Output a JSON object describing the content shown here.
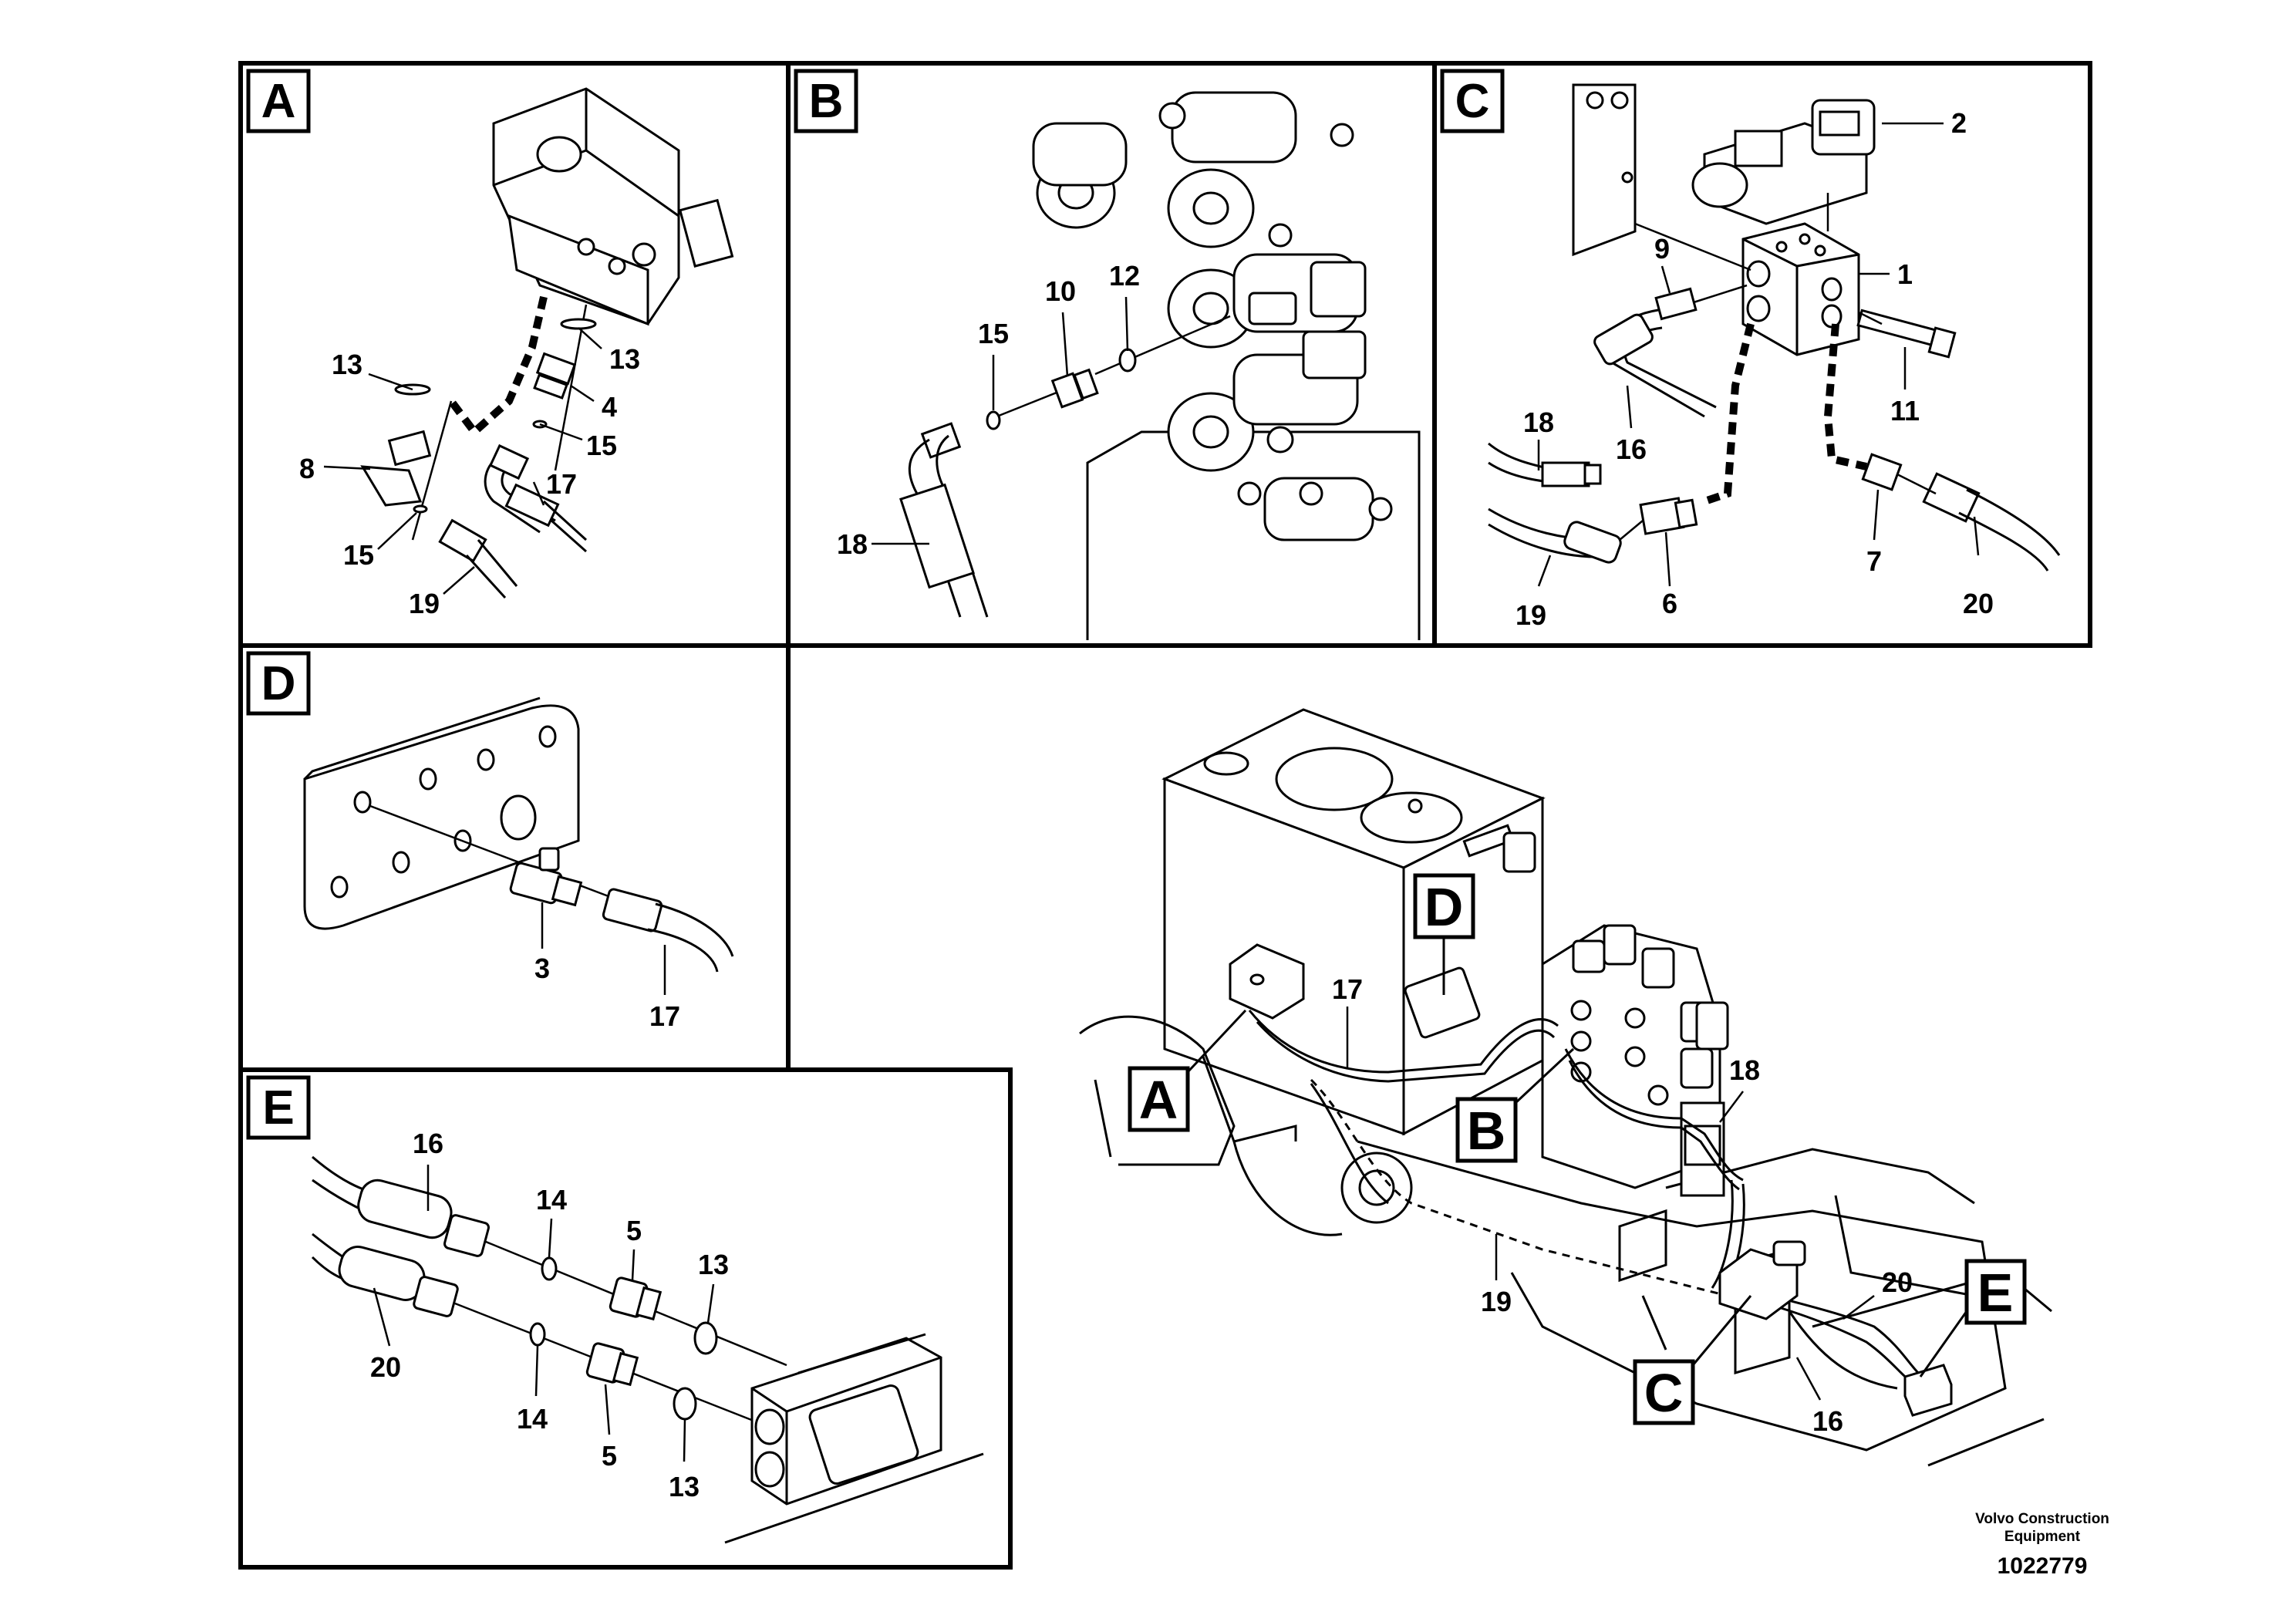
{
  "panels": {
    "A": {
      "letter": "A",
      "labels": [
        "13",
        "13",
        "4",
        "15",
        "8",
        "17",
        "15",
        "19"
      ]
    },
    "B": {
      "letter": "B",
      "labels": [
        "12",
        "10",
        "15",
        "18"
      ]
    },
    "C": {
      "letter": "C",
      "labels": [
        "2",
        "1",
        "9",
        "11",
        "18",
        "16",
        "7",
        "20",
        "19",
        "6"
      ]
    },
    "D": {
      "letter": "D",
      "labels": [
        "3",
        "17"
      ]
    },
    "E": {
      "letter": "E",
      "labels": [
        "16",
        "14",
        "5",
        "13",
        "20",
        "14",
        "5",
        "13"
      ]
    }
  },
  "overview": {
    "callouts": [
      "A",
      "B",
      "C",
      "D",
      "E"
    ],
    "labels": [
      "17",
      "18",
      "19",
      "20",
      "16"
    ]
  },
  "footer": {
    "company_line1": "Volvo Construction",
    "company_line2": "Equipment",
    "drawing_number": "1022779"
  }
}
